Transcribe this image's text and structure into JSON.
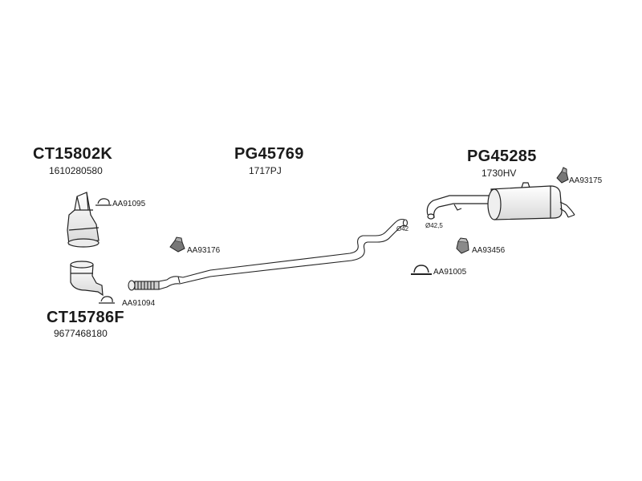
{
  "parts": {
    "cat_upper": {
      "code": "CT15802K",
      "ref": "1610280580"
    },
    "cat_lower": {
      "code": "CT15786F",
      "ref": "9677468180"
    },
    "mid_pipe": {
      "code": "PG45769",
      "ref": "1717PJ"
    },
    "rear_silencer": {
      "code": "PG45285",
      "ref": "1730HV"
    }
  },
  "accessories": {
    "clamp_upper": "AA91095",
    "clamp_lower": "AA91094",
    "mount_mid": "AA93176",
    "mount_rear_top": "AA93175",
    "mount_rear_mid": "AA93456",
    "clamp_rear": "AA91005"
  },
  "dimensions": {
    "pipe_end_dia": "Ø42",
    "silencer_inlet_dia": "Ø42,5"
  }
}
